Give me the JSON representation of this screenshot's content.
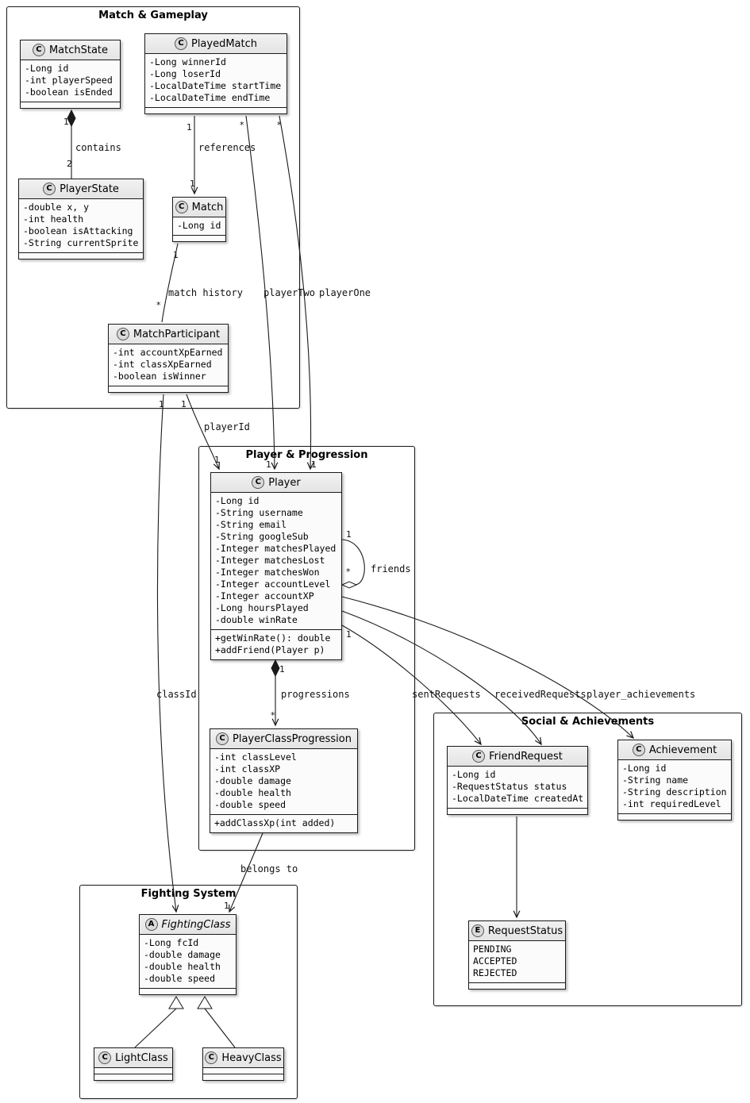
{
  "diagram": {
    "packages": {
      "match_gameplay": "Match & Gameplay",
      "player_progression": "Player & Progression",
      "social_achievements": "Social & Achievements",
      "fighting_system": "Fighting System"
    },
    "classes": {
      "match_state": {
        "stereo": "C",
        "name": "MatchState",
        "fields": [
          "-Long id",
          "-int playerSpeed",
          "-boolean isEnded"
        ]
      },
      "played_match": {
        "stereo": "C",
        "name": "PlayedMatch",
        "fields": [
          "-Long winnerId",
          "-Long loserId",
          "-LocalDateTime startTime",
          "-LocalDateTime endTime"
        ]
      },
      "player_state": {
        "stereo": "C",
        "name": "PlayerState",
        "fields": [
          "-double x, y",
          "-int health",
          "-boolean isAttacking",
          "-String currentSprite"
        ]
      },
      "match": {
        "stereo": "C",
        "name": "Match",
        "fields": [
          "-Long id"
        ]
      },
      "match_participant": {
        "stereo": "C",
        "name": "MatchParticipant",
        "fields": [
          "-int accountXpEarned",
          "-int classXpEarned",
          "-boolean isWinner"
        ]
      },
      "player": {
        "stereo": "C",
        "name": "Player",
        "fields": [
          "-Long id",
          "-String username",
          "-String email",
          "-String googleSub",
          "-Integer matchesPlayed",
          "-Integer matchesLost",
          "-Integer matchesWon",
          "-Integer accountLevel",
          "-Integer accountXP",
          "-Long hoursPlayed",
          "-double winRate"
        ],
        "methods": [
          "+getWinRate(): double",
          "+addFriend(Player p)"
        ]
      },
      "player_class_progression": {
        "stereo": "C",
        "name": "PlayerClassProgression",
        "fields": [
          "-int classLevel",
          "-int classXP",
          "-double damage",
          "-double health",
          "-double speed"
        ],
        "methods": [
          "+addClassXp(int added)"
        ]
      },
      "friend_request": {
        "stereo": "C",
        "name": "FriendRequest",
        "fields": [
          "-Long id",
          "-RequestStatus status",
          "-LocalDateTime createdAt"
        ]
      },
      "achievement": {
        "stereo": "C",
        "name": "Achievement",
        "fields": [
          "-Long id",
          "-String name",
          "-String description",
          "-int requiredLevel"
        ]
      },
      "request_status": {
        "stereo": "E",
        "name": "RequestStatus",
        "literals": [
          "PENDING",
          "ACCEPTED",
          "REJECTED"
        ]
      },
      "fighting_class": {
        "stereo": "A",
        "name": "FightingClass",
        "fields": [
          "-Long fcId",
          "-double damage",
          "-double health",
          "-double speed"
        ]
      },
      "light_class": {
        "stereo": "C",
        "name": "LightClass"
      },
      "heavy_class": {
        "stereo": "C",
        "name": "HeavyClass"
      }
    },
    "edge_labels": {
      "contains": "contains",
      "references": "references",
      "match_history": "match history",
      "player_two": "playerTwo",
      "player_one": "playerOne",
      "player_id": "playerId",
      "class_id": "classId",
      "friends": "friends",
      "progressions": "progressions",
      "sent_requests": "sentRequests",
      "received_requests": "receivedRequests",
      "player_achievements": "player_achievements",
      "belongs_to": "belongs to"
    },
    "multiplicities": {
      "contains_matchstate": "1",
      "contains_playerstate": "2",
      "references_playedmatch": "1",
      "references_match": "1",
      "playertwo_playedmatch": "*",
      "playertwo_player": "1",
      "playerone_playedmatch": "*",
      "playerone_player": "1",
      "matchhistory_match": "1",
      "matchhistory_participant": "*",
      "classid_participant": "1",
      "playerid_participant": "1",
      "playerid_player": "1",
      "friends_owner": "1",
      "friends_many": "*",
      "player_requests": "1",
      "progressions_player": "1",
      "progressions_progression": "*",
      "belongsto_fightingclass": "1"
    }
  }
}
